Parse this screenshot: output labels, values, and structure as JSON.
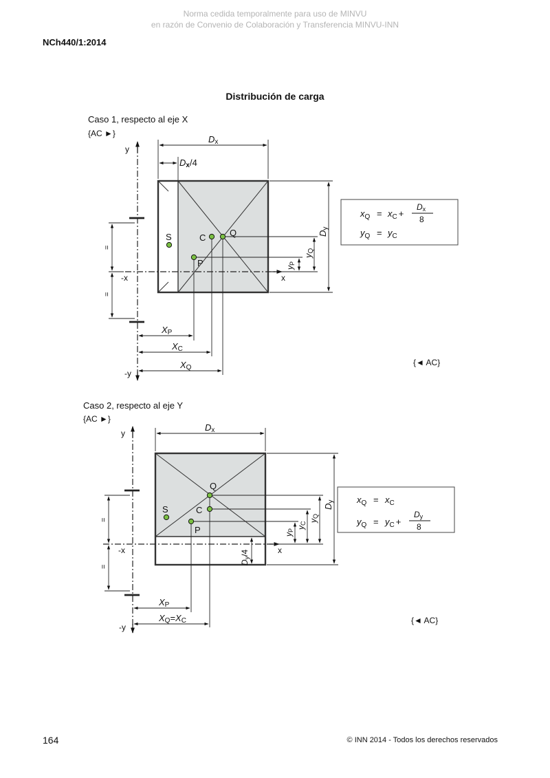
{
  "header": {
    "watermark_line1": "Norma cedida temporalmente para uso de MINVU",
    "watermark_line2": "en razón de Convenio de Colaboración y Transferencia MINVU-INN",
    "standard_code": "NCh440/1:2014"
  },
  "figure_title": "Distribución de carga",
  "case1": {
    "title": "Caso 1, respecto al eje X",
    "ac_open": "{AC ►}",
    "ac_close": "{◄ AC}",
    "labels": {
      "y": "y",
      "neg_y": "-y",
      "x": "x",
      "neg_x": "-x",
      "S": "S",
      "C": "C",
      "Q": "Q",
      "P": "P",
      "Dx": "D",
      "Dx_sub": "x",
      "Dx4_suffix": "/4",
      "Dy": "D",
      "Dy_sub": "y",
      "xP": "X",
      "xP_sub": "P",
      "xC": "X",
      "xC_sub": "C",
      "xQ": "X",
      "xQ_sub": "Q",
      "yP": "y",
      "yP_sub": "P",
      "yQ": "y",
      "yQ_sub": "Q",
      "equal": "="
    },
    "formula": {
      "l1_lhs": "x",
      "l1_lhs_sub": "Q",
      "eq": "=",
      "l1_rhs": "x",
      "l1_rhs_sub": "C",
      "plus": "+",
      "frac_num": "D",
      "frac_num_sub": "x",
      "frac_den": "8",
      "l2_lhs": "y",
      "l2_lhs_sub": "Q",
      "l2_rhs": "y",
      "l2_rhs_sub": "C"
    }
  },
  "case2": {
    "title": "Caso 2, respecto al eje Y",
    "ac_open": "{AC ►}",
    "ac_close": "{◄ AC}",
    "labels": {
      "y": "y",
      "neg_y": "-y",
      "x": "x",
      "neg_x": "-x",
      "S": "S",
      "C": "C",
      "Q": "Q",
      "P": "P",
      "Dx": "D",
      "Dx_sub": "x",
      "Dy": "D",
      "Dy_sub": "y",
      "Dy4_suffix": "/4",
      "xP": "X",
      "xP_sub": "P",
      "xQC": "X",
      "xQC_sub1": "Q",
      "xQC_eq": "=",
      "xQC_x2": "X",
      "xQC_sub2": "C",
      "yP": "y",
      "yP_sub": "P",
      "yC": "y",
      "yC_sub": "C",
      "yQ": "y",
      "yQ_sub": "Q",
      "equal": "="
    },
    "formula": {
      "l1_lhs": "x",
      "l1_lhs_sub": "Q",
      "eq": "=",
      "l1_rhs": "x",
      "l1_rhs_sub": "C",
      "l2_lhs": "y",
      "l2_lhs_sub": "Q",
      "l2_rhs": "y",
      "l2_rhs_sub": "C",
      "plus": "+",
      "frac_num": "D",
      "frac_num_sub": "y",
      "frac_den": "8"
    }
  },
  "footer": {
    "page_number": "164",
    "copyright": "© INN 2014 - Todos los derechos reservados"
  }
}
